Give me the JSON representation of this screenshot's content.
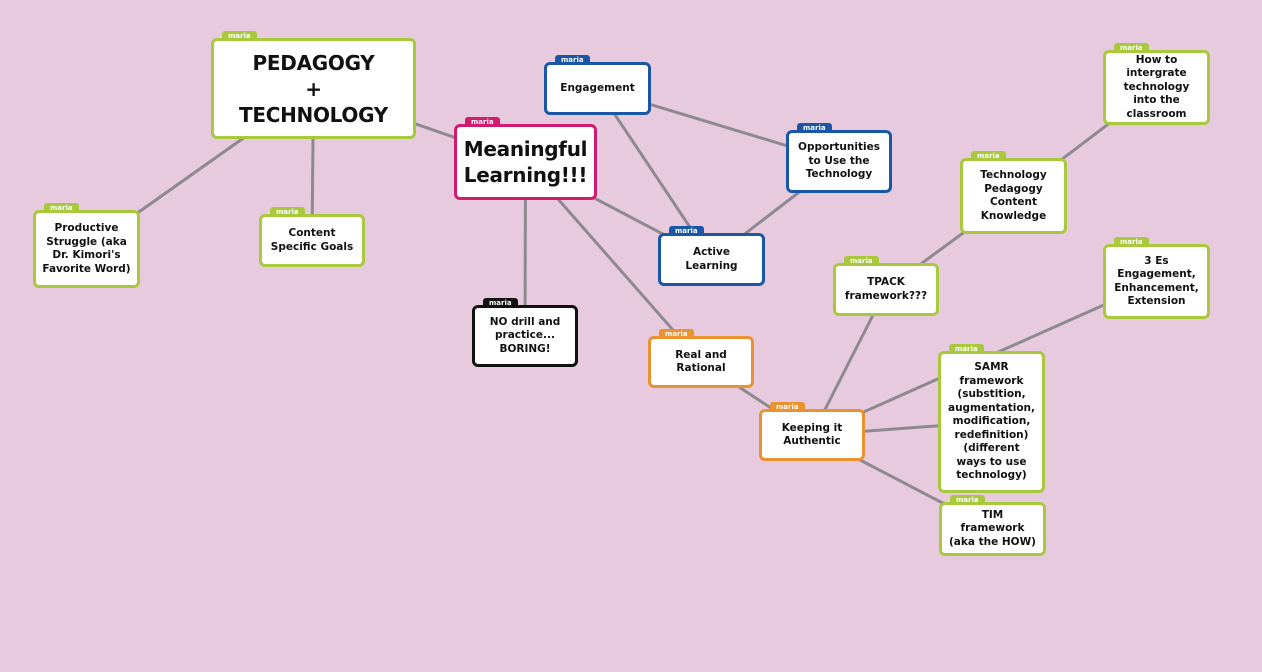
{
  "colors": {
    "green": "#a9c93c",
    "blue": "#1a56a6",
    "pink": "#d21a70",
    "orange": "#e9922f",
    "black": "#111111",
    "edge": "#8c8a8e"
  },
  "nodes": [
    {
      "id": "ped",
      "text": "PEDAGOGY\n+\nTECHNOLOGY",
      "author": "maria",
      "color": "green",
      "big": true
    },
    {
      "id": "meaningful",
      "text": "Meaningful\nLearning!!!",
      "author": "maria",
      "color": "pink",
      "big": true
    },
    {
      "id": "engagement",
      "text": "Engagement",
      "author": "maria",
      "color": "blue"
    },
    {
      "id": "opportunities",
      "text": "Opportunities to Use the Technology",
      "author": "maria",
      "color": "blue"
    },
    {
      "id": "active",
      "text": "Active Learning",
      "author": "maria",
      "color": "blue"
    },
    {
      "id": "nodrill",
      "text": "NO drill and practice... BORING!",
      "author": "maria",
      "color": "black"
    },
    {
      "id": "productive",
      "text": "Productive Struggle (aka Dr. Kimori's Favorite Word)",
      "author": "maria",
      "color": "green"
    },
    {
      "id": "content",
      "text": "Content Specific Goals",
      "author": "maria",
      "color": "green"
    },
    {
      "id": "real",
      "text": "Real and Rational",
      "author": "maria",
      "color": "orange"
    },
    {
      "id": "keeping",
      "text": "Keeping it Authentic",
      "author": "maria",
      "color": "orange"
    },
    {
      "id": "tpack",
      "text": "TPACK framework???",
      "author": "maria",
      "color": "green"
    },
    {
      "id": "tpck",
      "text": "Technology Pedagogy Content Knowledge",
      "author": "maria",
      "color": "green"
    },
    {
      "id": "howto",
      "text": "How to intergrate technology into the classroom",
      "author": "maria",
      "color": "green"
    },
    {
      "id": "threees",
      "text": "3 Es Engagement, Enhancement, Extension",
      "author": "maria",
      "color": "green"
    },
    {
      "id": "samr",
      "text": "SAMR framework (substition, augmentation, modification, redefinition) (different ways to use technology)",
      "author": "maria",
      "color": "green"
    },
    {
      "id": "tim",
      "text": "TIM framework (aka the HOW)",
      "author": "maria",
      "color": "green"
    }
  ],
  "edges": [
    [
      "ped",
      "meaningful"
    ],
    [
      "ped",
      "productive"
    ],
    [
      "ped",
      "content"
    ],
    [
      "meaningful",
      "active"
    ],
    [
      "meaningful",
      "nodrill"
    ],
    [
      "meaningful",
      "real"
    ],
    [
      "engagement",
      "active"
    ],
    [
      "engagement",
      "opportunities"
    ],
    [
      "opportunities",
      "active"
    ],
    [
      "real",
      "keeping"
    ],
    [
      "keeping",
      "tpack"
    ],
    [
      "tpack",
      "tpck"
    ],
    [
      "tpck",
      "howto"
    ],
    [
      "keeping",
      "threees"
    ],
    [
      "keeping",
      "samr"
    ],
    [
      "keeping",
      "tim"
    ]
  ]
}
